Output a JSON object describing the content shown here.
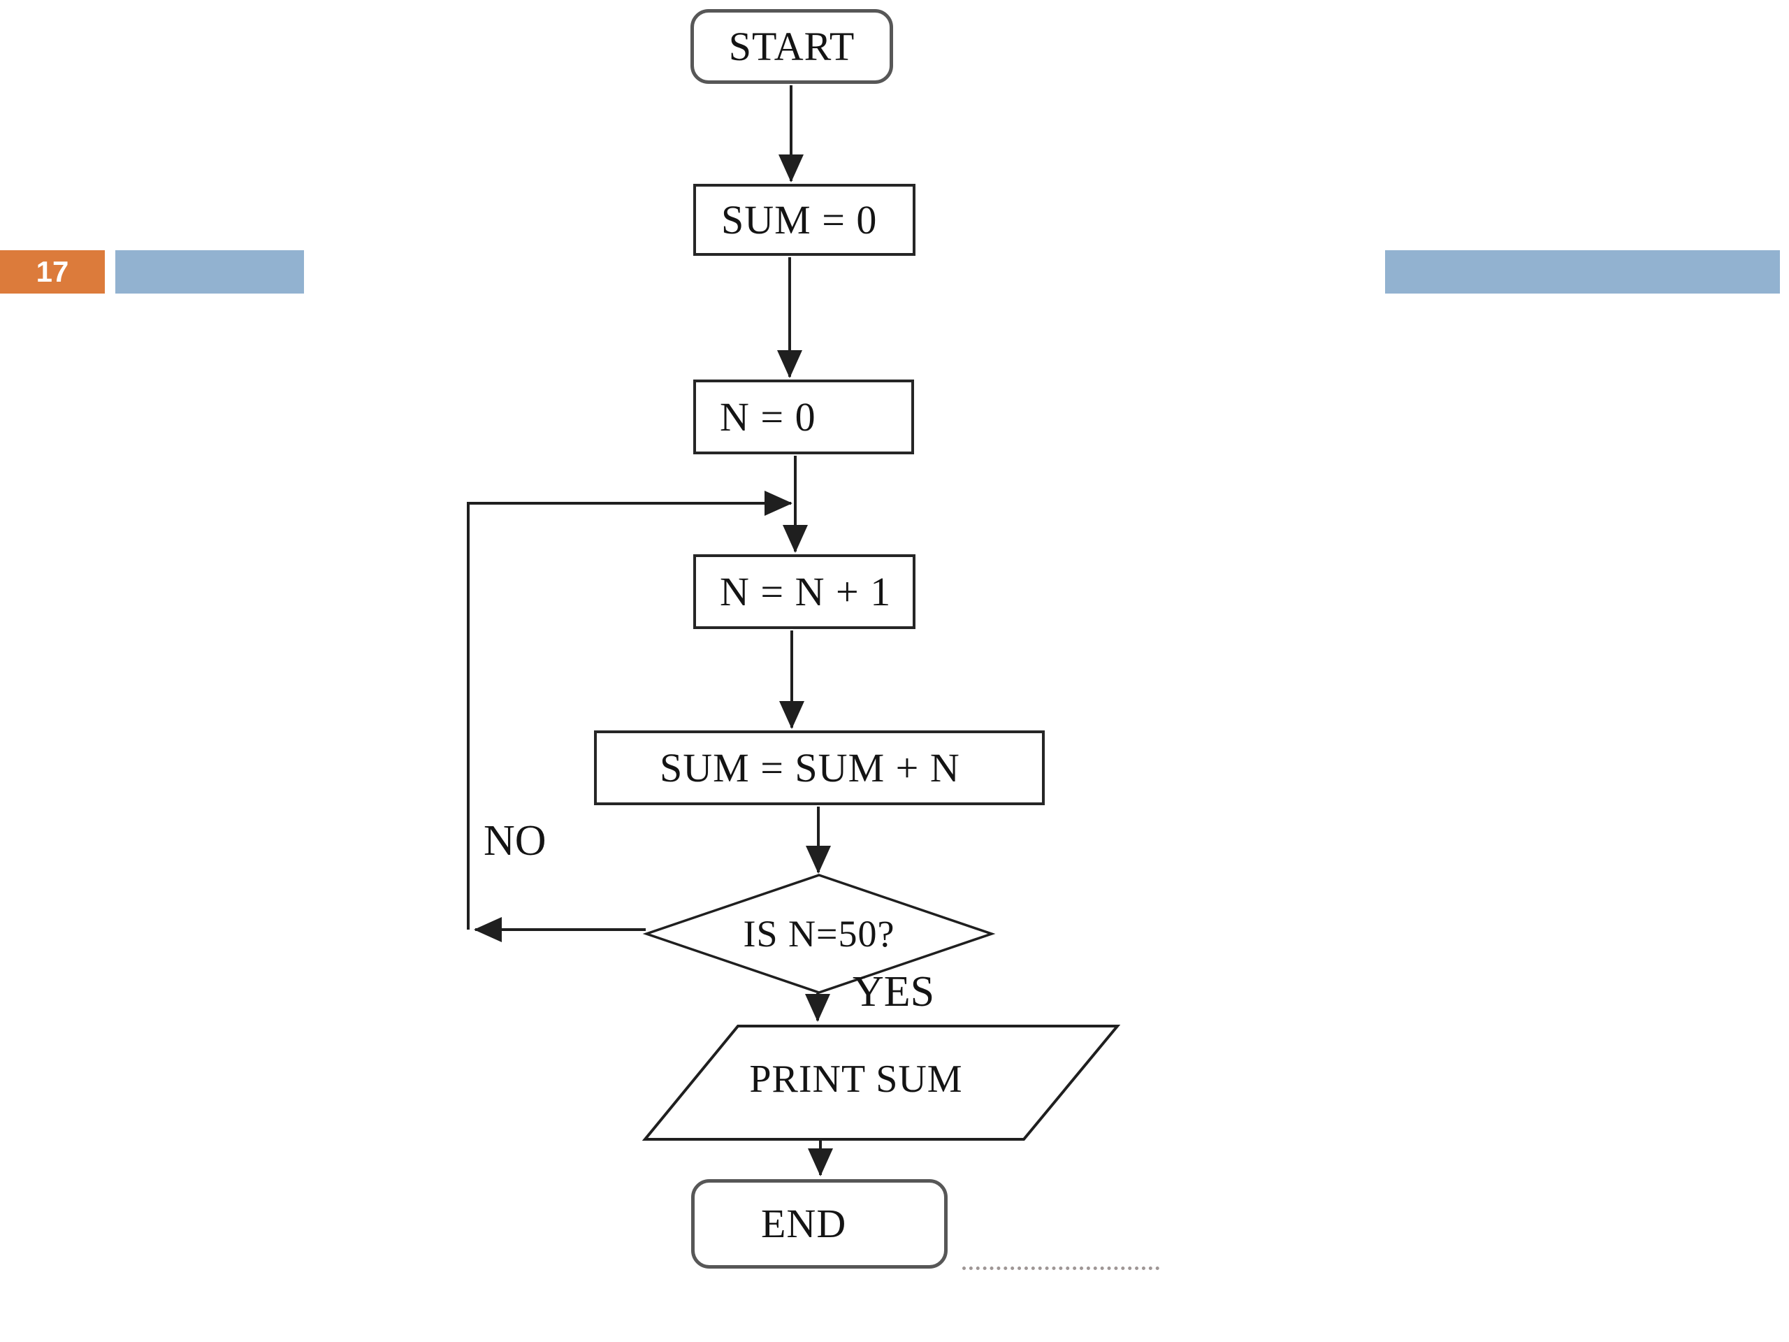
{
  "slide": {
    "number": "17",
    "colors": {
      "accent_orange": "#DC7B3B",
      "accent_blue": "#92B2D0",
      "line_color": "#1F1F1F",
      "terminal_border": "#575757",
      "process_border": "#262626",
      "text_color": "#141414"
    }
  },
  "flowchart": {
    "nodes": [
      {
        "id": "start",
        "type": "terminal",
        "label": "START"
      },
      {
        "id": "sum0",
        "type": "process",
        "label": "SUM = 0"
      },
      {
        "id": "n0",
        "type": "process",
        "label": "N = 0"
      },
      {
        "id": "nn1",
        "type": "process",
        "label": "N = N + 1"
      },
      {
        "id": "sumsum",
        "type": "process",
        "label": "SUM = SUM + N"
      },
      {
        "id": "decision",
        "type": "decision",
        "label": "IS N=50?"
      },
      {
        "id": "print",
        "type": "input-output",
        "label": "PRINT SUM"
      },
      {
        "id": "end",
        "type": "terminal",
        "label": "END"
      }
    ],
    "edge_labels": {
      "no": "NO",
      "yes": "YES"
    }
  }
}
